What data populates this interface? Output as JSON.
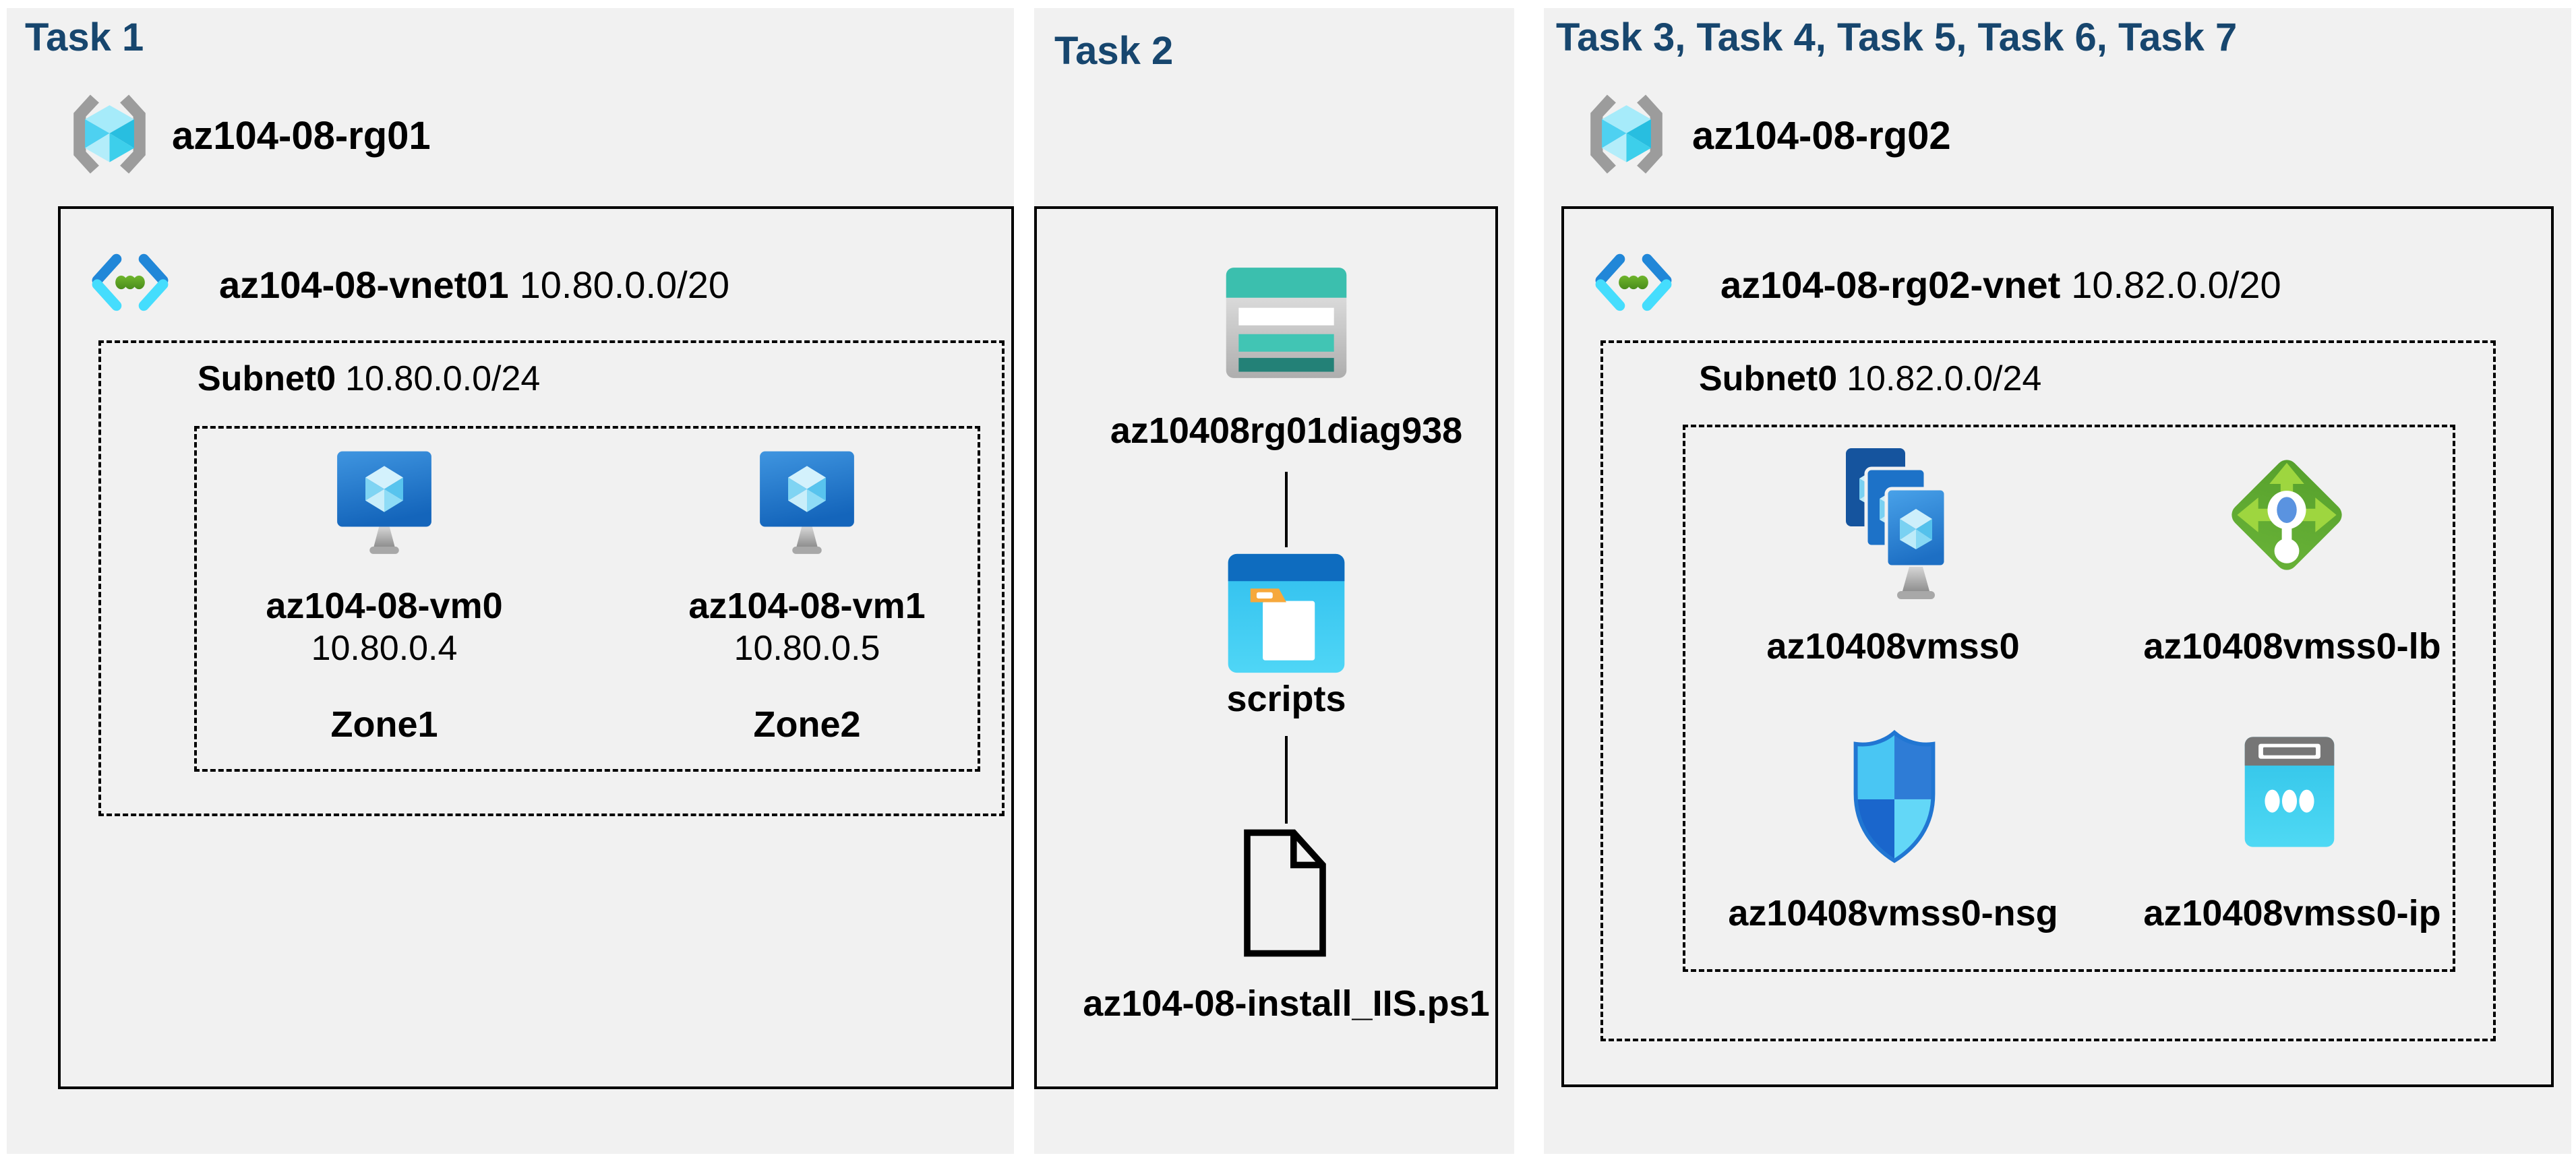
{
  "colors": {
    "page_bg": "#ffffff",
    "panel_bg": "#f1f1f1",
    "task_title": "#17466e",
    "text": "#000000",
    "box_line": "#000000"
  },
  "task1": {
    "title": "Task 1",
    "resource_group": "az104-08-rg01",
    "vnet_name": "az104-08-vnet01",
    "vnet_cidr": "10.80.0.0/20",
    "subnet_name": "Subnet0",
    "subnet_cidr": "10.80.0.0/24",
    "vms": [
      {
        "name": "az104-08-vm0",
        "ip": "10.80.0.4",
        "zone": "Zone1"
      },
      {
        "name": "az104-08-vm1",
        "ip": "10.80.0.5",
        "zone": "Zone2"
      }
    ]
  },
  "task2": {
    "title": "Task 2",
    "storage_account": "az10408rg01diag938",
    "container": "scripts",
    "script_file": "az104-08-install_IIS.ps1"
  },
  "task3": {
    "title": "Task 3, Task 4, Task 5, Task 6, Task 7",
    "resource_group": "az104-08-rg02",
    "vnet_name": "az104-08-rg02-vnet",
    "vnet_cidr": "10.82.0.0/20",
    "subnet_name": "Subnet0",
    "subnet_cidr": "10.82.0.0/24",
    "vmss": "az10408vmss0",
    "load_balancer": "az10408vmss0-lb",
    "nsg": "az10408vmss0-nsg",
    "public_ip": "az10408vmss0-ip"
  }
}
